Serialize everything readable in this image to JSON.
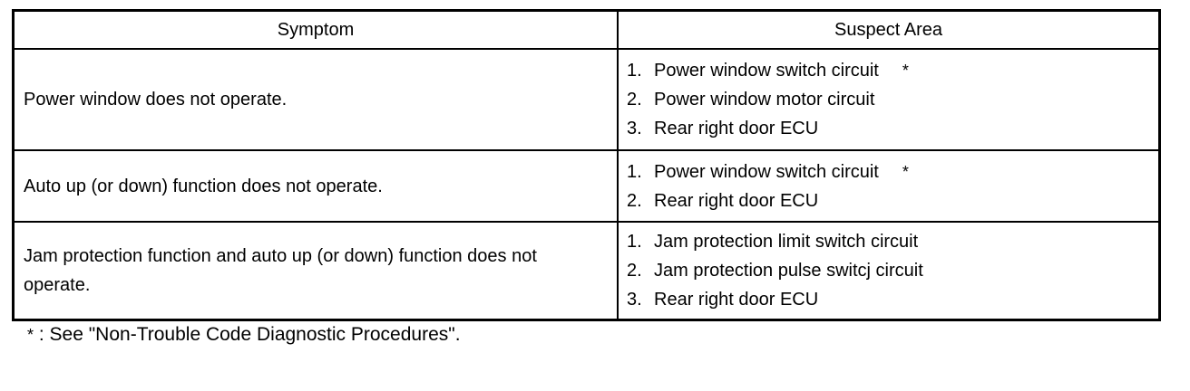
{
  "table": {
    "headers": {
      "symptom": "Symptom",
      "suspect": "Suspect Area"
    },
    "rows": [
      {
        "symptom": "Power window does not operate.",
        "items": [
          {
            "num": "1.",
            "text": "Power window switch circuit",
            "star": "*"
          },
          {
            "num": "2.",
            "text": "Power window motor circuit"
          },
          {
            "num": "3.",
            "text": "Rear right door ECU"
          }
        ]
      },
      {
        "symptom": "Auto up (or down) function does not operate.",
        "items": [
          {
            "num": "1.",
            "text": "Power window switch circuit",
            "star": "*"
          },
          {
            "num": "2.",
            "text": "Rear right door ECU"
          }
        ]
      },
      {
        "symptom": "Jam protection function and auto up (or down) function does not operate.",
        "items": [
          {
            "num": "1.",
            "text": "Jam protection limit switch circuit"
          },
          {
            "num": "2.",
            "text": "Jam protection pulse switcj circuit"
          },
          {
            "num": "3.",
            "text": "Rear right door ECU"
          }
        ]
      }
    ]
  },
  "footnote": {
    "star": "*",
    "text": ": See \"Non-Trouble Code Diagnostic Procedures\"."
  }
}
